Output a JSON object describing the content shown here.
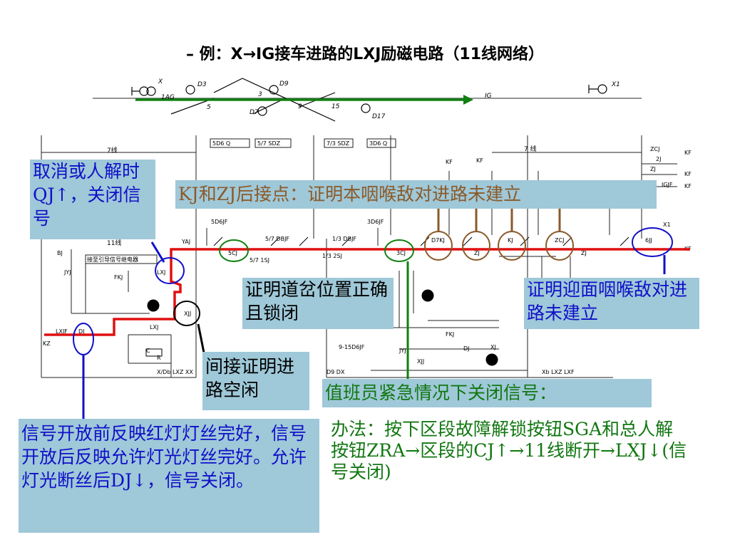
{
  "title": "– 例：X→IG接车进路的LXJ励磁电路（11线网络）",
  "track": {
    "labels": [
      "X",
      "D3",
      "1AG",
      "5",
      "3",
      "D9",
      "D7",
      "9",
      "15",
      "D17",
      "IG",
      "X1"
    ]
  },
  "diagram_labels": {
    "line7_left": "7线",
    "line7_right": "7 线",
    "line11": "11线",
    "relay_box_label": "接至引导信号继电器",
    "top_boxes": [
      "5D6 Q",
      "5/7 SDZ",
      "7/3 SDZ",
      "3D6 Q"
    ],
    "kf": "KF",
    "kz": "KZ",
    "relay_labels": [
      "5CJ",
      "3CJ",
      "D7KJ",
      "ZJ",
      "KJ",
      "ZCJ",
      "ZJ",
      "6JJ",
      "FKJ",
      "LXJ",
      "XJJ",
      "DJ",
      "LXJF",
      "JYJ",
      "BJ",
      "YAJ",
      "5D6JF",
      "3D6JF",
      "5/7 DBJF",
      "1/3 DBJF",
      "5/7 1SJ",
      "1/3 2SJ",
      "ZCJ",
      "ZJ",
      "2J",
      "X1",
      "IGJF",
      "XJJ",
      "FKJ",
      "DJ",
      "XJ",
      "JYJ",
      "9-15D6JF",
      "R",
      "C",
      "LXJ",
      "D9 DX",
      "X/Db LXZ XX",
      "Xb LXZ LXF"
    ]
  },
  "annotations": {
    "cancel": "取消或人解时QJ↑，关闭信号",
    "kj_zj": "KJ和ZJ后接点：证明本咽喉敌对进路未建立",
    "switch": "证明道岔位置正确且锁闭",
    "opposing": "证明迎面咽喉敌对进路未建立",
    "indirect": "间接证明进路空闲",
    "duty": "值班员紧急情况下关闭信号：",
    "method": "办法：按下区段故障解锁按钮SGA和总人解按钮ZRA→区段的CJ↑→11线断开→LXJ↓(信号关闭)",
    "signal": "信号开放前反映红灯灯丝完好，信号开放后反映允许灯光灯丝完好。允许灯光断丝后DJ↓，信号关闭。"
  },
  "colors": {
    "circuit_red": "#e01010",
    "route_green": "#108010",
    "label_blue": "#1010c8",
    "label_brown": "#8a5a2a",
    "box_bg": "#9fc8d8"
  }
}
